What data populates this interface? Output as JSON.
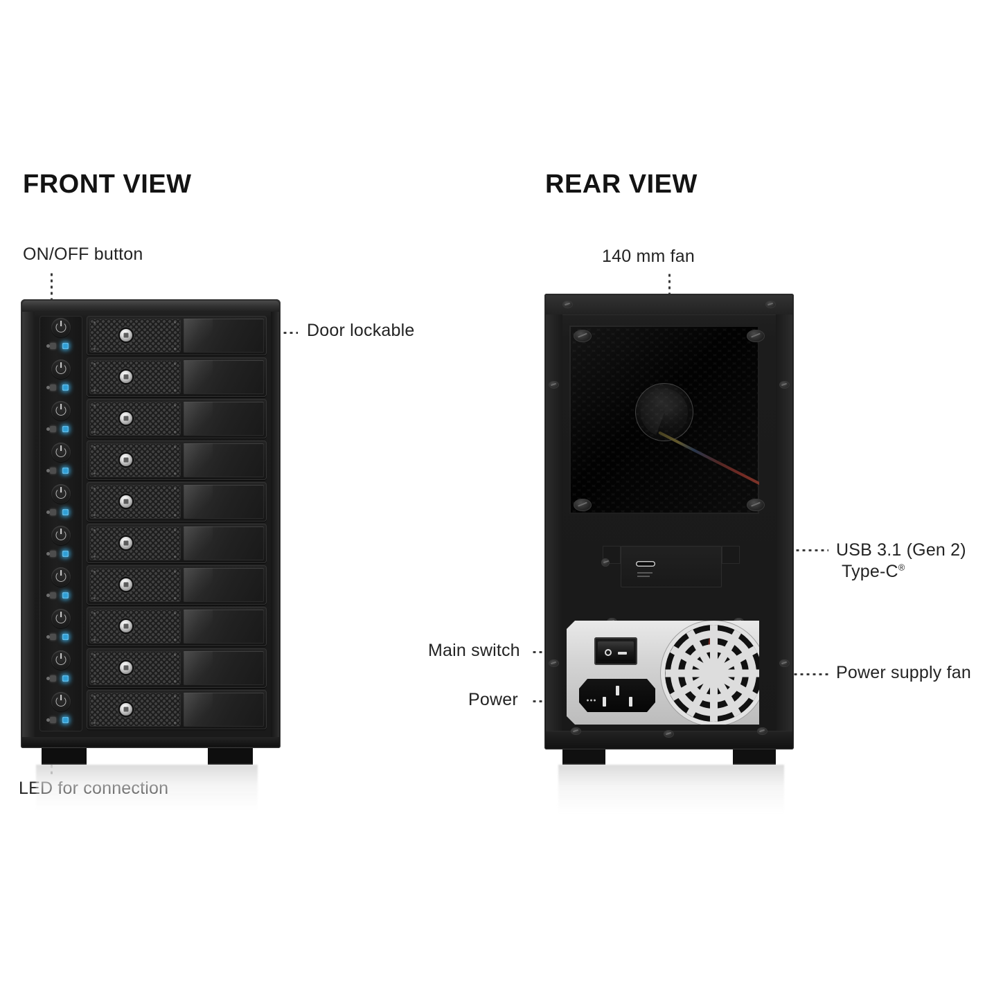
{
  "page": {
    "background": "#ffffff",
    "accent_led_color": "#2f9fd6",
    "body_color": "#1a1a1a",
    "psu_plate_color": "#d4d4d4"
  },
  "views": {
    "front": {
      "title": "FRONT VIEW",
      "drive_bay_count": 10,
      "callouts": [
        {
          "id": "on-off-button",
          "label": "ON/OFF button"
        },
        {
          "id": "door-lockable",
          "label": "Door lockable"
        },
        {
          "id": "led-for-connection",
          "label": "LED for connection"
        }
      ]
    },
    "rear": {
      "title": "REAR VIEW",
      "callouts": [
        {
          "id": "fan",
          "label": "140 mm fan"
        },
        {
          "id": "usb",
          "label_line1": "USB 3.1 (Gen 2)",
          "label_line2": "Type-C",
          "superscript": "®"
        },
        {
          "id": "main-switch",
          "label": "Main switch"
        },
        {
          "id": "power",
          "label": "Power"
        },
        {
          "id": "power-supply-fan",
          "label": "Power supply fan"
        }
      ]
    }
  },
  "icons": {
    "power_symbol": "power-icon",
    "lock": "lock-icon",
    "led_activity": "led-activity-icon",
    "led_link": "led-link-icon",
    "usb_c_port": "usb-c-port-icon",
    "rocker_switch": "rocker-switch-icon",
    "iec_socket": "iec-c14-socket-icon",
    "screw": "screw-icon"
  }
}
